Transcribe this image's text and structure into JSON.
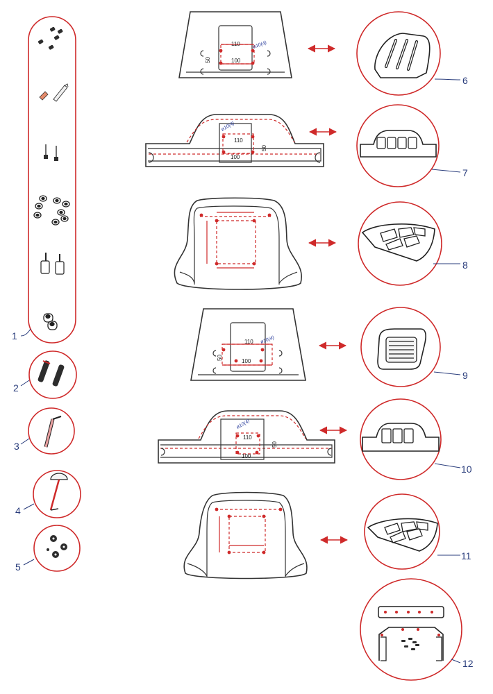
{
  "callouts": [
    "1",
    "2",
    "3",
    "4",
    "5",
    "6",
    "7",
    "8",
    "9",
    "10",
    "11",
    "12"
  ],
  "dims": {
    "spacing_110": "110",
    "spacing_100": "100",
    "spacing_50": "50",
    "hole_spec": "ø10(4)"
  },
  "colors": {
    "accent": "#cf2a2a",
    "callout_text": "#2a3d7c",
    "line": "#333333"
  },
  "icons": [
    "exchange-arrow",
    "bolt",
    "nut",
    "washer",
    "spacer",
    "hex-key",
    "knob"
  ]
}
